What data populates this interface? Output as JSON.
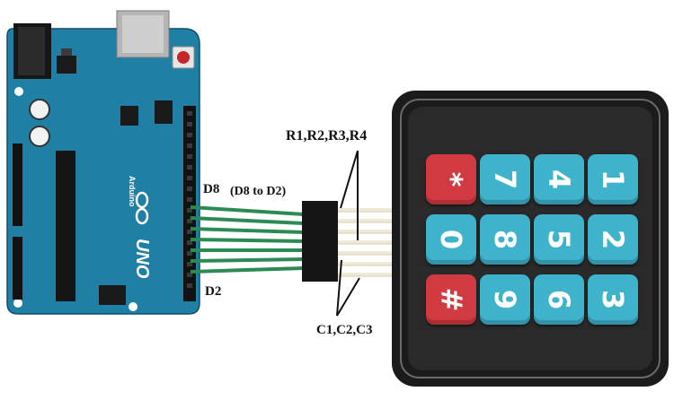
{
  "labels": {
    "d8": "D8",
    "range": "(D8 to D2)",
    "d2": "D2",
    "rows": "R1,R2,R3,R4",
    "cols": "C1,C2,C3"
  },
  "board": {
    "logo": "UNO",
    "brand": "Arduino"
  },
  "keypad": {
    "rows": [
      [
        {
          "t": "*",
          "c": "red"
        },
        {
          "t": "7",
          "c": "blue"
        },
        {
          "t": "4",
          "c": "blue"
        },
        {
          "t": "1",
          "c": "blue"
        }
      ],
      [
        {
          "t": "0",
          "c": "blue"
        },
        {
          "t": "8",
          "c": "blue"
        },
        {
          "t": "5",
          "c": "blue"
        },
        {
          "t": "2",
          "c": "blue"
        }
      ],
      [
        {
          "t": "#",
          "c": "red"
        },
        {
          "t": "9",
          "c": "blue"
        },
        {
          "t": "6",
          "c": "blue"
        },
        {
          "t": "3",
          "c": "blue"
        }
      ]
    ]
  },
  "colors": {
    "board": "#1f7fa4",
    "wire": "#2c8a55",
    "key_blue": "#3fb3cc",
    "key_red": "#d23a42"
  }
}
